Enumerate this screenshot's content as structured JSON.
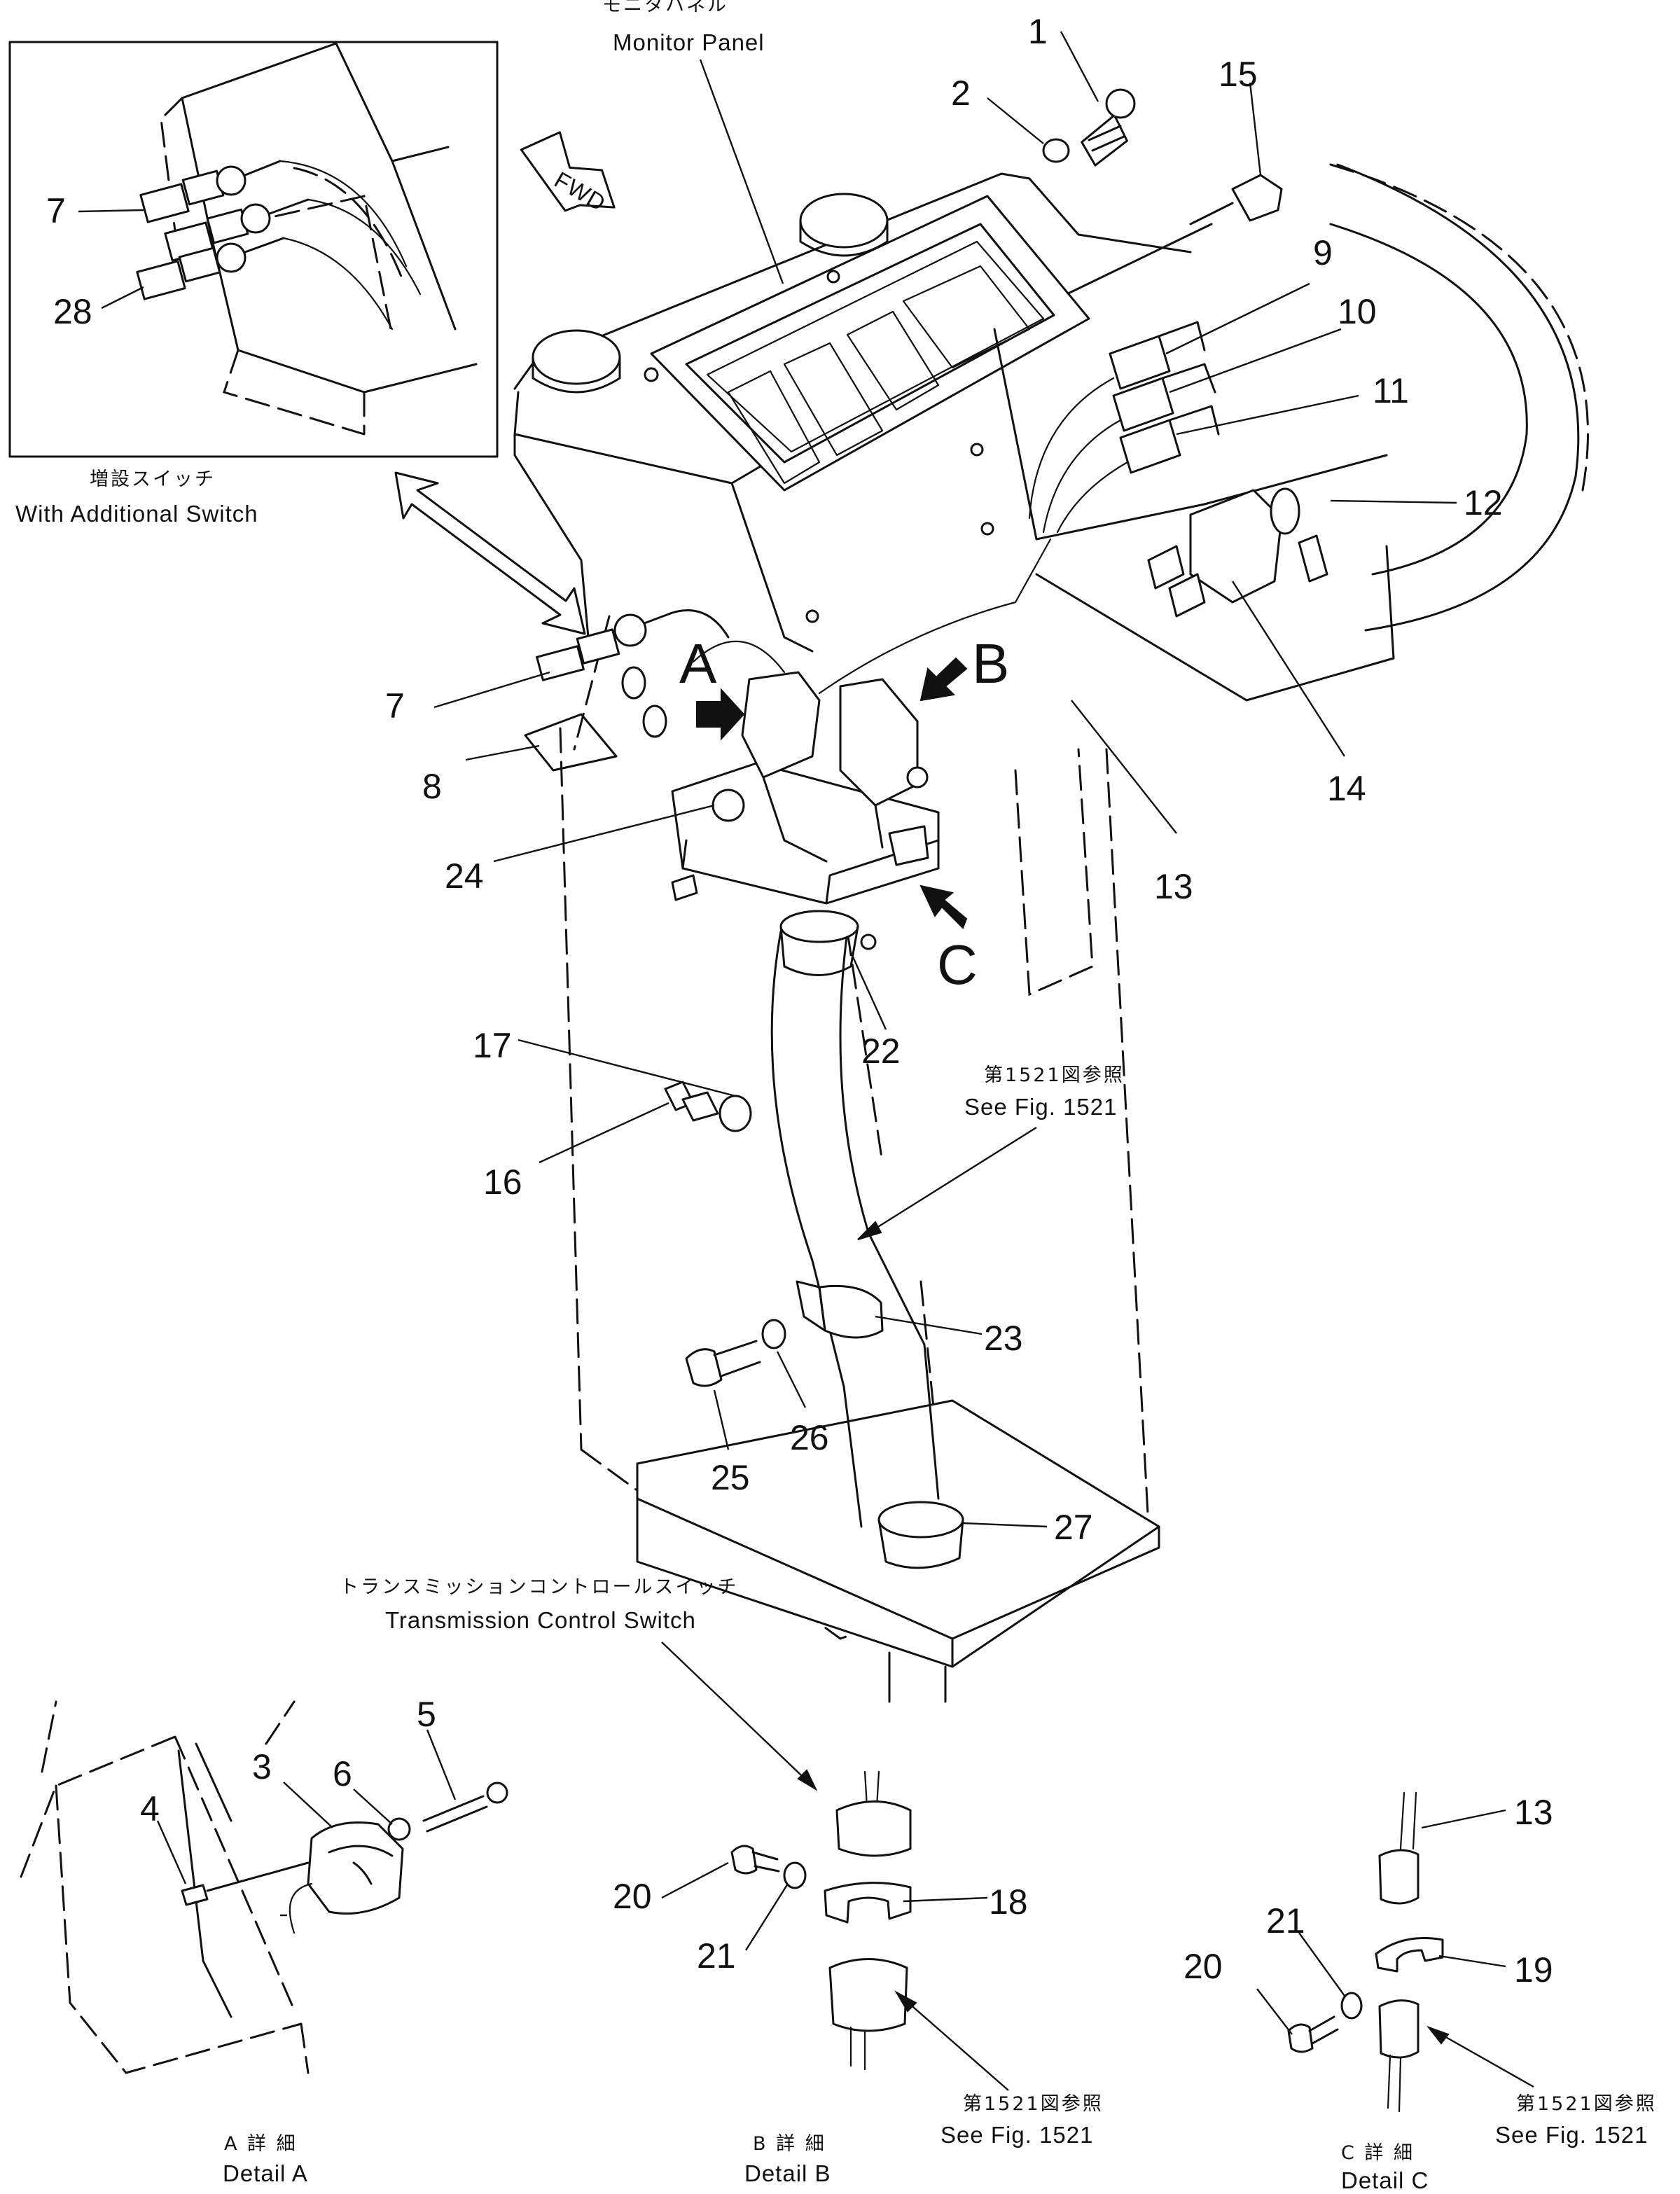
{
  "captions": {
    "monitor_panel_jp": "モニタハネル",
    "monitor_panel_en": "Monitor Panel",
    "additional_switch_jp": "増設スイッチ",
    "additional_switch_en": "With Additional Switch",
    "fwd": "FWD",
    "see_fig_jp": "第1521図参照",
    "see_fig_en": "See Fig. 1521",
    "transmission_jp": "トランスミッションコントロールスイッチ",
    "transmission_en": "Transmission Control Switch",
    "detail_a_jp": "A 詳 細",
    "detail_a_en": "Detail A",
    "detail_b_jp": "B 詳 細",
    "detail_b_en": "Detail B",
    "detail_c_jp": "C 詳 細",
    "detail_c_en": "Detail C"
  },
  "detail_letters": {
    "a": "A",
    "b": "B",
    "c": "C"
  },
  "parts": {
    "p1": "1",
    "p2": "2",
    "p3": "3",
    "p4": "4",
    "p5": "5",
    "p6": "6",
    "p7": "7",
    "p8": "8",
    "p9": "9",
    "p10": "10",
    "p11": "11",
    "p12": "12",
    "p13": "13",
    "p14": "14",
    "p15": "15",
    "p16": "16",
    "p17": "17",
    "p18": "18",
    "p19": "19",
    "p20": "20",
    "p21": "21",
    "p22": "22",
    "p23": "23",
    "p24": "24",
    "p25": "25",
    "p26": "26",
    "p27": "27",
    "p28": "28"
  }
}
